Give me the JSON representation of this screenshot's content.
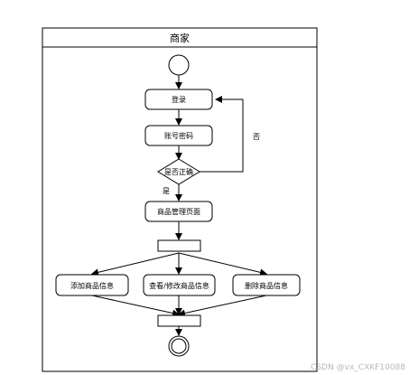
{
  "diagram": {
    "swimlane_title": "商家",
    "nodes": {
      "login": "登录",
      "credentials": "账号密码",
      "check": "是否正确",
      "product_page": "商品管理页面",
      "add_product": "添加商品信息",
      "view_edit_product": "查看/修改商品信息",
      "delete_product": "删除商品信息"
    },
    "edge_labels": {
      "no": "否",
      "yes": "是"
    }
  },
  "watermark": "CSDN @vx_CXKF10088"
}
